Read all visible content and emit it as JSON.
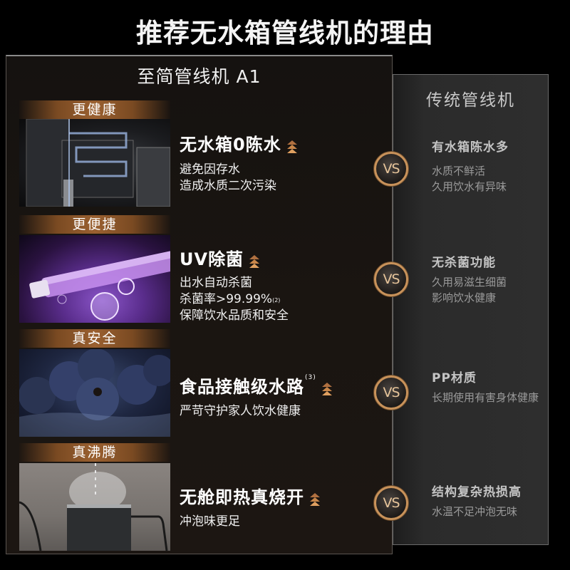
{
  "page": {
    "title": "推荐无水箱管线机的理由"
  },
  "left_panel": {
    "title": "至简管线机 A1",
    "accent_color": "#c8925a",
    "sections": [
      {
        "tag": "更健康",
        "image": "water-pipes-internal-image",
        "feature_title": "无水箱0陈水",
        "feature_sup": "",
        "desc_lines": [
          "避免因存水",
          "造成水质二次污染"
        ],
        "icon": "triple-up-chevron-icon"
      },
      {
        "tag": "更便捷",
        "image": "uv-lamp-sterilization-image",
        "feature_title": "UV除菌",
        "feature_sup": "",
        "desc_lines": [
          "出水自动杀菌",
          "杀菌率>99.99%",
          "保障饮水品质和安全"
        ],
        "desc_sup": "(2)",
        "icon": "triple-up-chevron-icon"
      },
      {
        "tag": "真安全",
        "image": "blueberries-in-water-image",
        "feature_title": "食品接触级水路",
        "feature_sup": "(3)",
        "desc_lines": [
          "严苛守护家人饮水健康"
        ],
        "icon": "triple-up-chevron-icon"
      },
      {
        "tag": "真沸腾",
        "image": "steaming-kettle-image",
        "feature_title": "无舱即热真烧开",
        "feature_sup": "",
        "desc_lines": [
          "冲泡味更足"
        ],
        "icon": "triple-up-chevron-icon"
      }
    ]
  },
  "vs_label": "VS",
  "right_panel": {
    "title": "传统管线机",
    "items": [
      {
        "title": "有水箱陈水多",
        "desc_lines": [
          "水质不鲜活",
          "久用饮水有异味"
        ]
      },
      {
        "title": "无杀菌功能",
        "desc_lines": [
          "久用易滋生细菌",
          "影响饮水健康"
        ]
      },
      {
        "title": "PP材质",
        "desc_lines": [
          "长期使用有害身体健康"
        ]
      },
      {
        "title": "结构复杂热损高",
        "desc_lines": [
          "水温不足冲泡无味"
        ]
      }
    ]
  }
}
